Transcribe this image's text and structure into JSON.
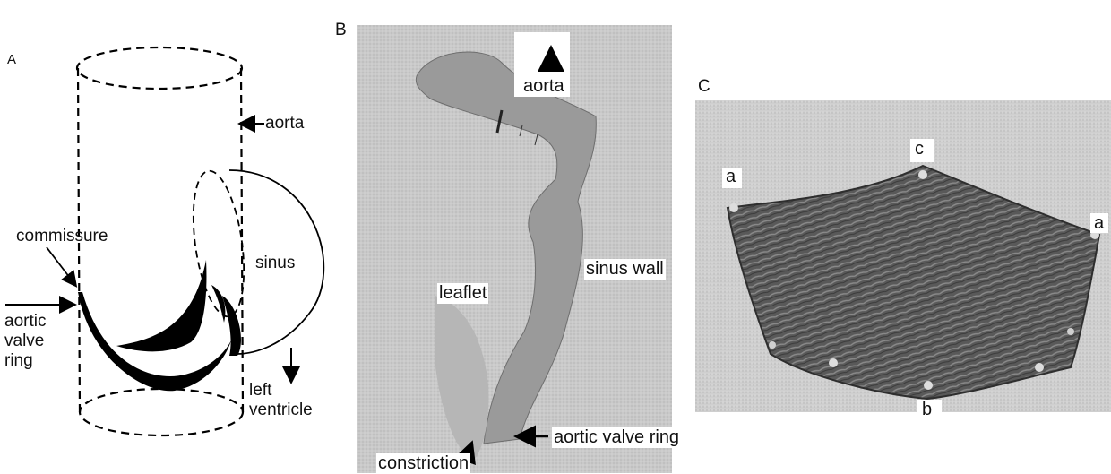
{
  "panels": {
    "a": {
      "letter": "A",
      "labels": {
        "aorta": "aorta",
        "commissure": "commissure",
        "sinus": "sinus",
        "aortic_valve_ring": [
          "aortic",
          "valve",
          "ring"
        ],
        "left_ventricle": [
          "left",
          "ventricle"
        ]
      }
    },
    "b": {
      "letter": "B",
      "labels": {
        "aorta": "aorta",
        "sinus_wall": "sinus wall",
        "leaflet": "leaflet",
        "aortic_valve_ring": "aortic valve ring",
        "constriction": "constriction"
      }
    },
    "c": {
      "letter": "C",
      "labels": {
        "a_left": "a",
        "c": "c",
        "a_right": "a",
        "b": "b"
      }
    }
  }
}
